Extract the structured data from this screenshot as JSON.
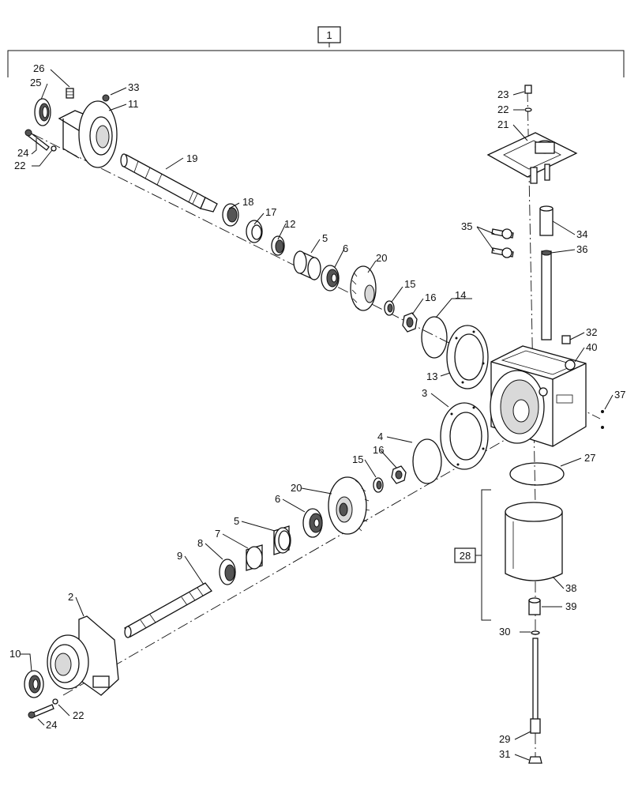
{
  "assembly_label": "1",
  "kit_label": "28",
  "callouts": {
    "c26": "26",
    "c25": "25",
    "c33": "33",
    "c11": "11",
    "c24_top": "24",
    "c22_top": "22",
    "c19": "19",
    "c18": "18",
    "c17": "17",
    "c12": "12",
    "c5_top": "5",
    "c6_top": "6",
    "c20_top": "20",
    "c15_top": "15",
    "c16_top": "16",
    "c14": "14",
    "c13": "13",
    "c23": "23",
    "c22_cover": "22",
    "c21": "21",
    "c35": "35",
    "c34": "34",
    "c36": "36",
    "c32": "32",
    "c40": "40",
    "c37": "37",
    "c3": "3",
    "c4": "4",
    "c15_bot": "15",
    "c16_bot": "16",
    "c20_bot": "20",
    "c6_bot": "6",
    "c5_bot": "5",
    "c7": "7",
    "c8": "8",
    "c9": "9",
    "c2": "2",
    "c10": "10",
    "c22_bot": "22",
    "c24_bot": "24",
    "c27": "27",
    "c38": "38",
    "c39": "39",
    "c30": "30",
    "c29": "29",
    "c31": "31"
  },
  "colors": {
    "line": "#111111",
    "part_fill": "#ffffff",
    "shade": "#d9d9d9",
    "dark": "#555555"
  }
}
